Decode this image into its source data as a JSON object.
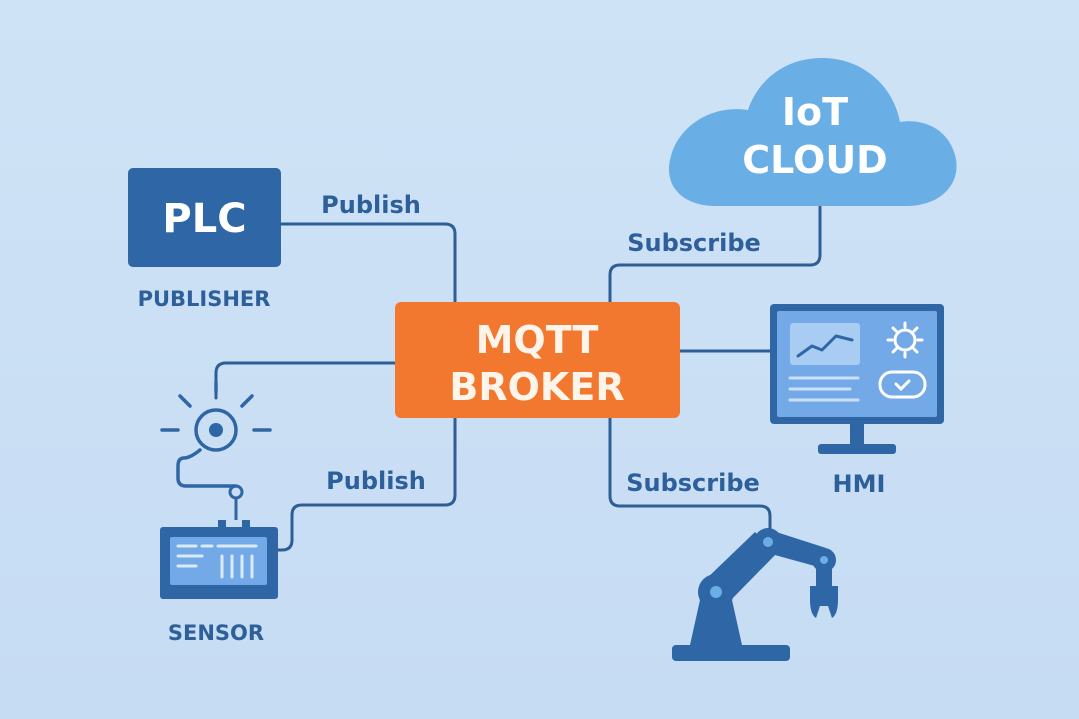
{
  "plc": {
    "title": "PLC",
    "caption": "PUBLISHER"
  },
  "broker": {
    "line1": "MQTT",
    "line2": "BROKER"
  },
  "cloud": {
    "line1": "IoT",
    "line2": "CLOUD"
  },
  "hmi": {
    "caption": "HMI"
  },
  "sensor": {
    "caption": "SENSOR"
  },
  "links": {
    "plc_label": "Publish",
    "sensor_label": "Publish",
    "cloud_label": "Subscribe",
    "robot_label": "Subscribe"
  },
  "colors": {
    "background": "#cfe3f6",
    "primary_blue": "#2f66a5",
    "link_blue": "#2e5e96",
    "broker_orange": "#f2772f",
    "cloud_blue": "#6aaee6",
    "screen_blue": "#73a9e6"
  }
}
